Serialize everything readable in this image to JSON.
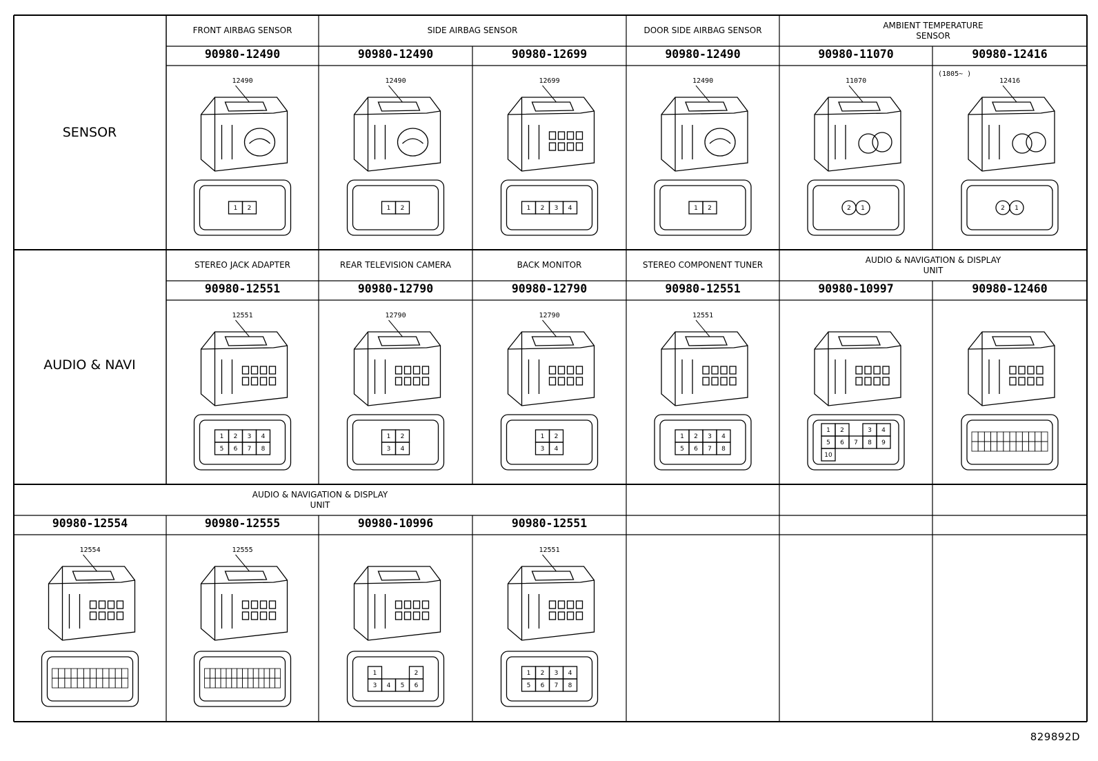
{
  "rows": [
    {
      "category": "SENSOR",
      "columns": [
        {
          "title": "FRONT AIRBAG SENSOR",
          "part_numbers": [
            "90980-12490"
          ]
        },
        {
          "title": "SIDE AIRBAG SENSOR",
          "part_numbers": [
            "90980-12490",
            "90980-12699"
          ]
        },
        {
          "title": "DOOR SIDE AIRBAG SENSOR",
          "part_numbers": [
            "90980-12490"
          ]
        },
        {
          "title": "AMBIENT TEMPERATURE\nSENSOR",
          "part_numbers": [
            "90980-11070",
            "90980-12416"
          ]
        }
      ],
      "connectors": [
        {
          "callout": "12490",
          "style": "box",
          "pins": [
            "1",
            "2"
          ],
          "icon": "connector-2pin-airbag"
        },
        {
          "callout": "12490",
          "style": "box",
          "pins": [
            "1",
            "2"
          ],
          "icon": "connector-2pin-airbag"
        },
        {
          "callout": "12699",
          "style": "oval",
          "pins": [
            "1",
            "2",
            "3",
            "4"
          ],
          "icon": "connector-4pin"
        },
        {
          "callout": "12490",
          "style": "box",
          "pins": [
            "1",
            "2"
          ],
          "icon": "connector-2pin-airbag"
        },
        {
          "callout": "11070",
          "style": "round",
          "pins": [
            "2",
            "1"
          ],
          "icon": "connector-2pin-round"
        },
        {
          "callout": "12416",
          "note": "(1805~     )",
          "style": "small-round",
          "pins": [
            "2",
            "1"
          ],
          "icon": "connector-2pin-small"
        }
      ]
    },
    {
      "category": "AUDIO & NAVI",
      "columns": [
        {
          "title": "STEREO JACK ADAPTER",
          "part_numbers": [
            "90980-12551"
          ]
        },
        {
          "title": "REAR TELEVISION CAMERA",
          "part_numbers": [
            "90980-12790"
          ]
        },
        {
          "title": "BACK MONITOR",
          "part_numbers": [
            "90980-12790"
          ]
        },
        {
          "title": "STEREO COMPONENT TUNER",
          "part_numbers": [
            "90980-12551"
          ]
        },
        {
          "title": "AUDIO & NAVIGATION & DISPLAY\nUNIT",
          "part_numbers": [
            "90980-10997",
            "90980-12460"
          ]
        }
      ],
      "connectors": [
        {
          "callout": "12551",
          "style": "grid",
          "cols": 4,
          "pins": [
            "1",
            "2",
            "3",
            "4",
            "5",
            "6",
            "7",
            "8"
          ],
          "icon": "connector-8pin"
        },
        {
          "callout": "12790",
          "style": "small-grid",
          "cols": 2,
          "pins": [
            "1",
            "2",
            "3",
            "4"
          ],
          "icon": "connector-camera"
        },
        {
          "callout": "12790",
          "style": "small-grid",
          "cols": 2,
          "pins": [
            "1",
            "2",
            "3",
            "4"
          ],
          "icon": "connector-camera"
        },
        {
          "callout": "12551",
          "style": "grid",
          "cols": 4,
          "pins": [
            "1",
            "2",
            "3",
            "4",
            "5",
            "6",
            "7",
            "8"
          ],
          "icon": "connector-8pin"
        },
        {
          "callout": "",
          "style": "grid",
          "cols": 5,
          "pins": [
            "1",
            "2",
            "",
            "3",
            "4",
            "5",
            "6",
            "7",
            "8",
            "9",
            "10"
          ],
          "icon": "connector-10pin"
        },
        {
          "callout": "",
          "style": "dense",
          "cols": 12,
          "rows": 2,
          "pins": [],
          "icon": "connector-24pin"
        }
      ]
    },
    {
      "category": "",
      "columns": [
        {
          "title": "AUDIO & NAVIGATION & DISPLAY\nUNIT",
          "part_numbers": [
            "90980-12554",
            "90980-12555",
            "90980-10996",
            "90980-12551"
          ]
        },
        {
          "title": "",
          "part_numbers": [
            ""
          ]
        },
        {
          "title": "",
          "part_numbers": [
            ""
          ]
        },
        {
          "title": "",
          "part_numbers": [
            ""
          ]
        }
      ],
      "connectors": [
        {
          "callout": "12554",
          "style": "dense",
          "cols": 12,
          "rows": 2,
          "pins": [],
          "icon": "connector-24pin"
        },
        {
          "callout": "12555",
          "style": "dense",
          "cols": 14,
          "rows": 2,
          "pins": [],
          "icon": "connector-28pin"
        },
        {
          "callout": "",
          "style": "grid6",
          "cols": 4,
          "pins": [
            "1",
            "",
            "",
            "2",
            "3",
            "4",
            "5",
            "6"
          ],
          "icon": "connector-6pin"
        },
        {
          "callout": "12551",
          "style": "grid",
          "cols": 4,
          "pins": [
            "1",
            "2",
            "3",
            "4",
            "5",
            "6",
            "7",
            "8"
          ],
          "icon": "connector-8pin"
        },
        null,
        null,
        null
      ]
    }
  ],
  "reference": "829892D"
}
